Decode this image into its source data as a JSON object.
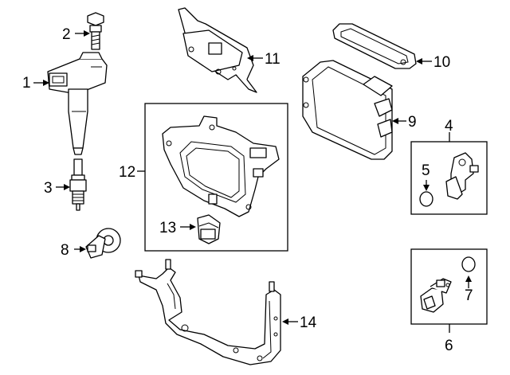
{
  "callouts": {
    "c1": "1",
    "c2": "2",
    "c3": "3",
    "c4": "4",
    "c5": "5",
    "c6": "6",
    "c7": "7",
    "c8": "8",
    "c9": "9",
    "c10": "10",
    "c11": "11",
    "c12": "12",
    "c13": "13",
    "c14": "14"
  },
  "parts": [
    "ignition-coil",
    "coil-bolt",
    "spark-plug",
    "camshaft-position-sensor",
    "o-ring-upper",
    "crankshaft-position-sensor",
    "o-ring-lower",
    "knock-sensor",
    "engine-control-module",
    "ecm-gasket",
    "ecm-bracket-cover",
    "ecm-bracket-assembly",
    "bracket-clip",
    "ecm-mounting-bracket"
  ]
}
